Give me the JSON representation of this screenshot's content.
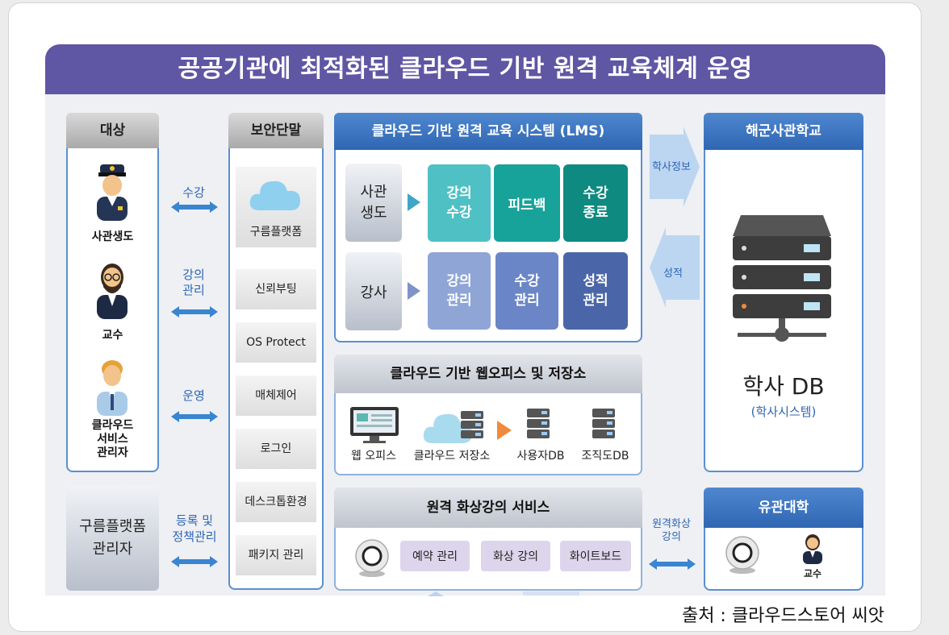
{
  "title": "공공기관에 최적화된 클라우드 기반 원격 교육체계 운영",
  "target": {
    "header": "대상",
    "persons": [
      {
        "label": "사관생도"
      },
      {
        "label": "교수"
      },
      {
        "label": "클라우드\n서비스\n관리자"
      }
    ]
  },
  "connectors": [
    "수강",
    "강의\n관리",
    "운영",
    "등록 및\n정책관리"
  ],
  "cloud_admin": "구름플랫폼\n관리자",
  "secure_terminal": {
    "header": "보안단말",
    "items": [
      "구름플랫폼",
      "신뢰부팅",
      "OS Protect",
      "매체제어",
      "로그인",
      "데스크톱환경",
      "패키지 관리"
    ]
  },
  "lms": {
    "header": "클라우드 기반 원격 교육 시스템 (LMS)",
    "cadet_label": "사관\n생도",
    "cadet_flow": [
      "강의\n수강",
      "피드백",
      "수강\n종료"
    ],
    "instructor_label": "강사",
    "instructor_flow": [
      "강의\n관리",
      "수강\n관리",
      "성적\n관리"
    ]
  },
  "office": {
    "header": "클라우드 기반 웹오피스 및 저장소",
    "labels": [
      "웹 오피스",
      "클라우드 저장소",
      "사용자DB",
      "조직도DB"
    ]
  },
  "video": {
    "header": "원격 화상강의 서비스",
    "items": [
      "예약 관리",
      "화상 강의",
      "화이트보드"
    ]
  },
  "arrows": {
    "academic_info": "학사정보",
    "grades": "성적",
    "remote_lecture": "원격화상\n강의"
  },
  "academy": {
    "header": "해군사관학교",
    "db_title": "학사 DB",
    "db_sub": "(학사시스템)"
  },
  "univ": {
    "header": "유관대학",
    "professor": "교수"
  },
  "source": "출처 : 클라우드스토어 씨앗",
  "colors": {
    "title_bg": "#5f56a4",
    "accent_blue": "#2f66b3",
    "teal": "#17a39a",
    "lavender": "#8fa5d6"
  }
}
